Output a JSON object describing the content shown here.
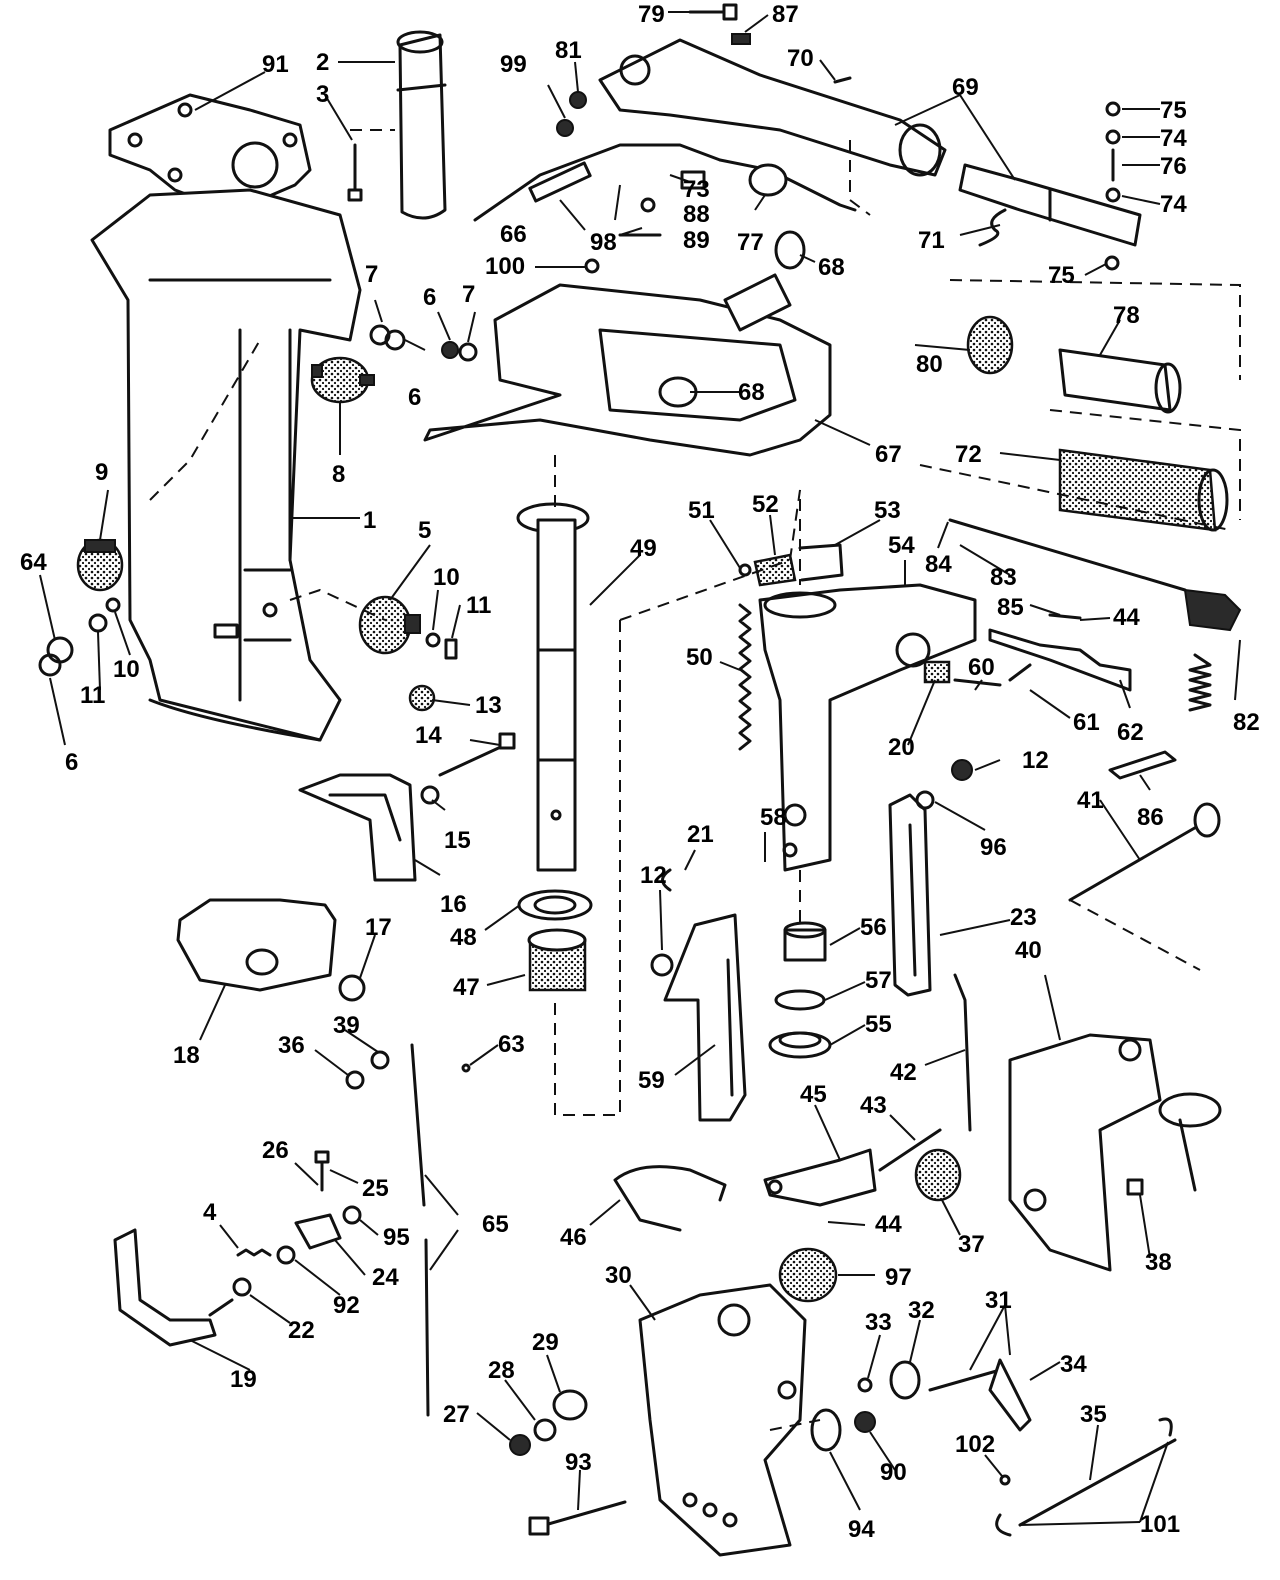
{
  "callouts": [
    {
      "id": "91",
      "text": "91"
    },
    {
      "id": "2",
      "text": "2"
    },
    {
      "id": "3",
      "text": "3"
    },
    {
      "id": "79",
      "text": "79"
    },
    {
      "id": "87",
      "text": "87"
    },
    {
      "id": "99",
      "text": "99"
    },
    {
      "id": "81",
      "text": "81"
    },
    {
      "id": "70",
      "text": "70"
    },
    {
      "id": "69",
      "text": "69"
    },
    {
      "id": "75a",
      "text": "75"
    },
    {
      "id": "74a",
      "text": "74"
    },
    {
      "id": "76",
      "text": "76"
    },
    {
      "id": "74b",
      "text": "74"
    },
    {
      "id": "73",
      "text": "73"
    },
    {
      "id": "88",
      "text": "88"
    },
    {
      "id": "89",
      "text": "89"
    },
    {
      "id": "66",
      "text": "66"
    },
    {
      "id": "98",
      "text": "98"
    },
    {
      "id": "77",
      "text": "77"
    },
    {
      "id": "71",
      "text": "71"
    },
    {
      "id": "75b",
      "text": "75"
    },
    {
      "id": "100",
      "text": "100"
    },
    {
      "id": "68a",
      "text": "68"
    },
    {
      "id": "7a",
      "text": "7"
    },
    {
      "id": "6a",
      "text": "6"
    },
    {
      "id": "7b",
      "text": "7"
    },
    {
      "id": "6b",
      "text": "6"
    },
    {
      "id": "8",
      "text": "8"
    },
    {
      "id": "78",
      "text": "78"
    },
    {
      "id": "80",
      "text": "80"
    },
    {
      "id": "68b",
      "text": "68"
    },
    {
      "id": "67",
      "text": "67"
    },
    {
      "id": "72",
      "text": "72"
    },
    {
      "id": "9",
      "text": "9"
    },
    {
      "id": "1",
      "text": "1"
    },
    {
      "id": "5",
      "text": "5"
    },
    {
      "id": "64",
      "text": "64"
    },
    {
      "id": "10a",
      "text": "10"
    },
    {
      "id": "11a",
      "text": "11"
    },
    {
      "id": "11b",
      "text": "11"
    },
    {
      "id": "10b",
      "text": "10"
    },
    {
      "id": "13",
      "text": "13"
    },
    {
      "id": "6c",
      "text": "6"
    },
    {
      "id": "49",
      "text": "49"
    },
    {
      "id": "51",
      "text": "51"
    },
    {
      "id": "52",
      "text": "52"
    },
    {
      "id": "53",
      "text": "53"
    },
    {
      "id": "54",
      "text": "54"
    },
    {
      "id": "84",
      "text": "84"
    },
    {
      "id": "83",
      "text": "83"
    },
    {
      "id": "85",
      "text": "85"
    },
    {
      "id": "44a",
      "text": "44"
    },
    {
      "id": "50",
      "text": "50"
    },
    {
      "id": "60",
      "text": "60"
    },
    {
      "id": "61",
      "text": "61"
    },
    {
      "id": "62",
      "text": "62"
    },
    {
      "id": "82",
      "text": "82"
    },
    {
      "id": "20",
      "text": "20"
    },
    {
      "id": "14",
      "text": "14"
    },
    {
      "id": "15",
      "text": "15"
    },
    {
      "id": "16",
      "text": "16"
    },
    {
      "id": "12a",
      "text": "12"
    },
    {
      "id": "86",
      "text": "86"
    },
    {
      "id": "58",
      "text": "58"
    },
    {
      "id": "96",
      "text": "96"
    },
    {
      "id": "41",
      "text": "41"
    },
    {
      "id": "21",
      "text": "21"
    },
    {
      "id": "12b",
      "text": "12"
    },
    {
      "id": "23",
      "text": "23"
    },
    {
      "id": "17",
      "text": "17"
    },
    {
      "id": "48",
      "text": "48"
    },
    {
      "id": "56",
      "text": "56"
    },
    {
      "id": "40",
      "text": "40"
    },
    {
      "id": "47",
      "text": "47"
    },
    {
      "id": "57",
      "text": "57"
    },
    {
      "id": "55",
      "text": "55"
    },
    {
      "id": "18",
      "text": "18"
    },
    {
      "id": "39",
      "text": "39"
    },
    {
      "id": "63",
      "text": "63"
    },
    {
      "id": "36",
      "text": "36"
    },
    {
      "id": "59",
      "text": "59"
    },
    {
      "id": "42",
      "text": "42"
    },
    {
      "id": "45",
      "text": "45"
    },
    {
      "id": "43",
      "text": "43"
    },
    {
      "id": "26",
      "text": "26"
    },
    {
      "id": "25",
      "text": "25"
    },
    {
      "id": "65",
      "text": "65"
    },
    {
      "id": "4",
      "text": "4"
    },
    {
      "id": "95",
      "text": "95"
    },
    {
      "id": "46",
      "text": "46"
    },
    {
      "id": "44b",
      "text": "44"
    },
    {
      "id": "37",
      "text": "37"
    },
    {
      "id": "38",
      "text": "38"
    },
    {
      "id": "24",
      "text": "24"
    },
    {
      "id": "92",
      "text": "92"
    },
    {
      "id": "97",
      "text": "97"
    },
    {
      "id": "22",
      "text": "22"
    },
    {
      "id": "30",
      "text": "30"
    },
    {
      "id": "31",
      "text": "31"
    },
    {
      "id": "19",
      "text": "19"
    },
    {
      "id": "33",
      "text": "33"
    },
    {
      "id": "32",
      "text": "32"
    },
    {
      "id": "34",
      "text": "34"
    },
    {
      "id": "29",
      "text": "29"
    },
    {
      "id": "28",
      "text": "28"
    },
    {
      "id": "27",
      "text": "27"
    },
    {
      "id": "35",
      "text": "35"
    },
    {
      "id": "102",
      "text": "102"
    },
    {
      "id": "93",
      "text": "93"
    },
    {
      "id": "94",
      "text": "94"
    },
    {
      "id": "90",
      "text": "90"
    },
    {
      "id": "101",
      "text": "101"
    }
  ]
}
